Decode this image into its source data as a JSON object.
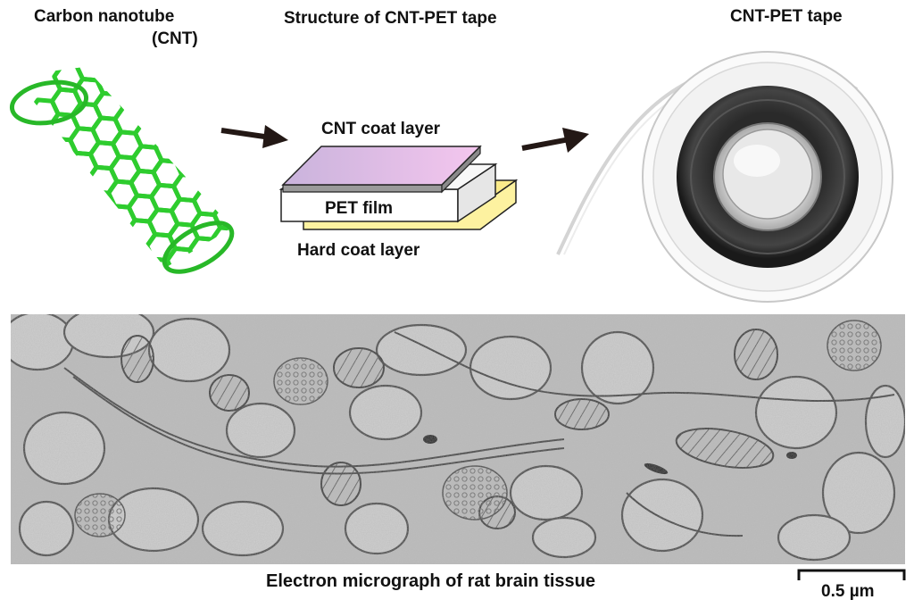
{
  "panels": {
    "cnt": {
      "title_line1": "Carbon nanotube",
      "title_line2": "(CNT)"
    },
    "structure": {
      "title": "Structure of CNT-PET tape",
      "layers": {
        "top": "CNT coat layer",
        "middle": "PET film",
        "bottom": "Hard coat layer"
      }
    },
    "tape": {
      "title": "CNT-PET tape"
    }
  },
  "micrograph": {
    "caption": "Electron micrograph of rat brain tissue",
    "scale_bar": "0.5 µm"
  },
  "colors": {
    "nanotube": "#2ecc2e",
    "cnt_coat_gradient_start": "#c9b3dc",
    "cnt_coat_gradient_end": "#f4c6ee",
    "pet": "#ffffff",
    "hard_coat": "#fdf2a0",
    "arrow": "#231815"
  }
}
